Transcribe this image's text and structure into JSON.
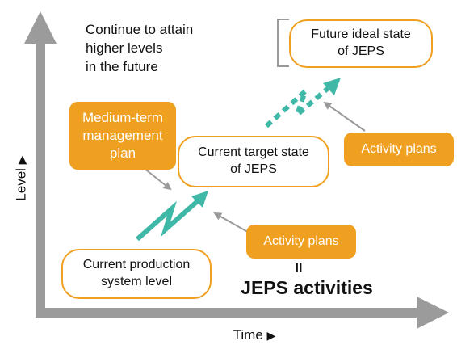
{
  "axes": {
    "y_label": "Level",
    "x_label": "Time"
  },
  "note": {
    "lines": [
      "Continue to attain",
      "higher levels",
      "in the future"
    ]
  },
  "nodes": {
    "future_ideal": [
      "Future ideal state",
      "of JEPS"
    ],
    "current_target": [
      "Current target state",
      "of JEPS"
    ],
    "current_production": [
      "Current production",
      "system level"
    ],
    "medium_term": [
      "Medium-term",
      "management",
      "plan"
    ],
    "activity_plans_upper": "Activity plans",
    "activity_plans_lower": "Activity plans"
  },
  "equals_sign": "II",
  "jeps_activities": "JEPS activities",
  "colors": {
    "orange": "#f0a020",
    "teal": "#3fb8a8",
    "gray": "#9a9a9a",
    "axis": "#9b9b9b"
  }
}
